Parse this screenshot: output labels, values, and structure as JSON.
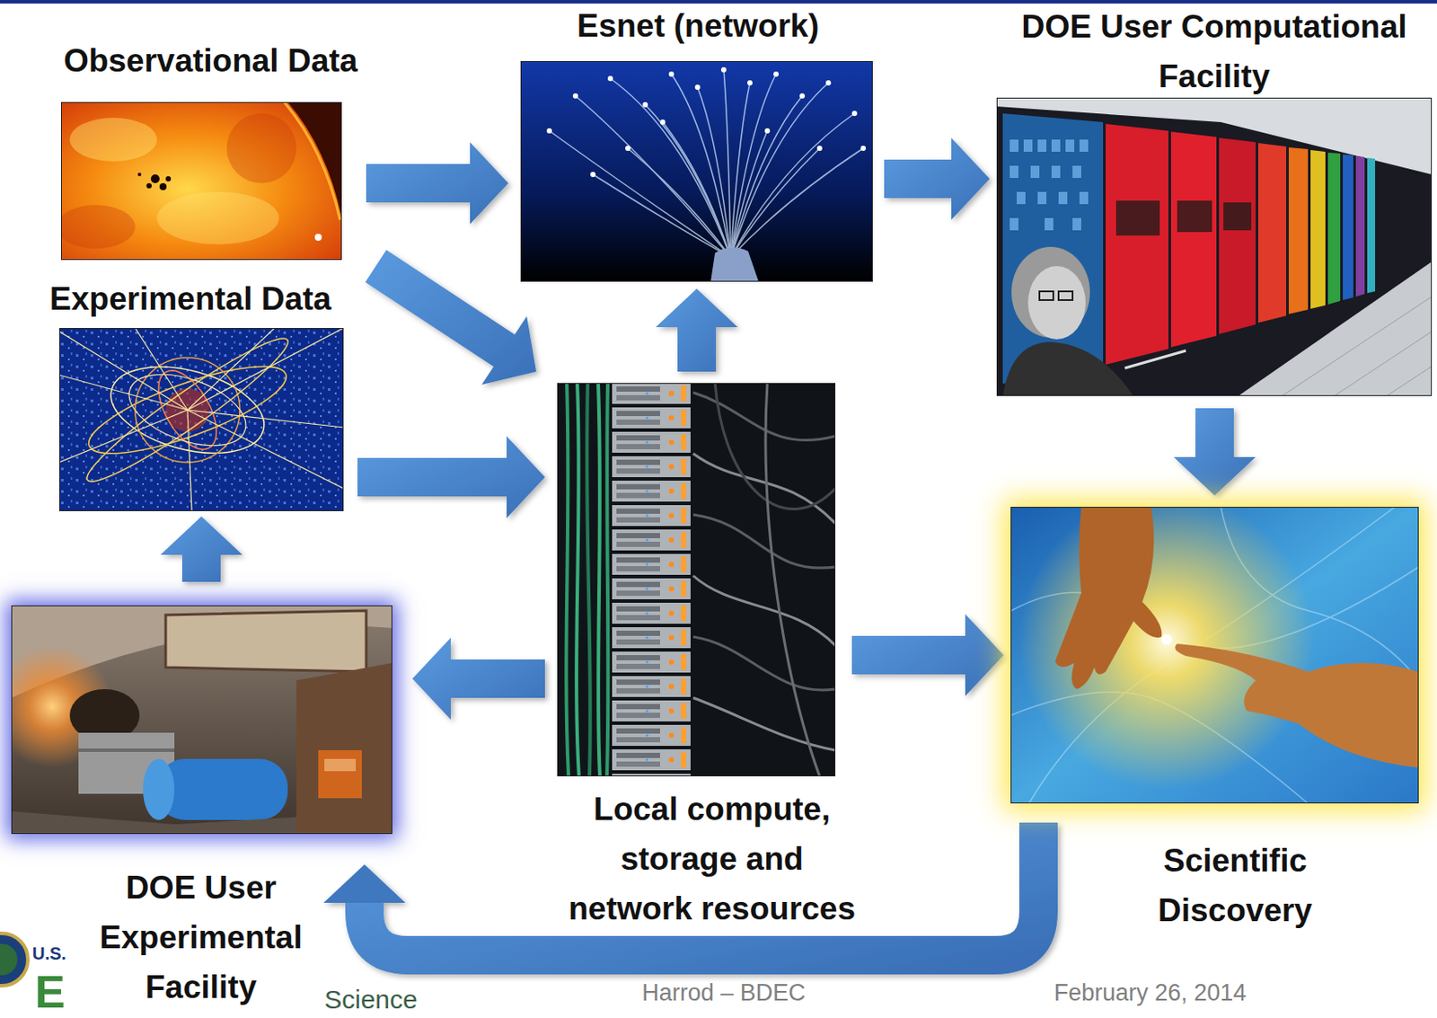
{
  "diagram": {
    "nodes": [
      {
        "text": [
          "Observational Data"
        ]
      },
      {
        "text": [
          "Esnet (network)"
        ]
      },
      {
        "text": [
          "DOE User Computational Facility"
        ]
      },
      {
        "text": [
          "Experimental Data"
        ]
      },
      {
        "text": [
          "Local compute, storage and network resources"
        ]
      },
      {
        "text": [
          "Scientific Discovery"
        ]
      },
      {
        "text": [
          "DOE User Experimental Facility"
        ]
      }
    ],
    "edges": [
      {
        "from": 0,
        "to": 1,
        "arrow": "to"
      },
      {
        "from": 0,
        "to": 4,
        "arrow": "to"
      },
      {
        "from": 1,
        "to": 2,
        "arrow": "to"
      },
      {
        "from": 4,
        "to": 1,
        "arrow": "to"
      },
      {
        "from": 3,
        "to": 4,
        "arrow": "to"
      },
      {
        "from": 6,
        "to": 3,
        "arrow": "to"
      },
      {
        "from": 4,
        "to": 6,
        "arrow": "to"
      },
      {
        "from": 4,
        "to": 5,
        "arrow": "to"
      },
      {
        "from": 2,
        "to": 5,
        "arrow": "to"
      },
      {
        "from": 5,
        "to": 6,
        "arrow": "to"
      }
    ],
    "labels": [
      "U.S.",
      "E",
      "Science",
      "Harrod – BDEC",
      "February 26, 2014"
    ]
  }
}
